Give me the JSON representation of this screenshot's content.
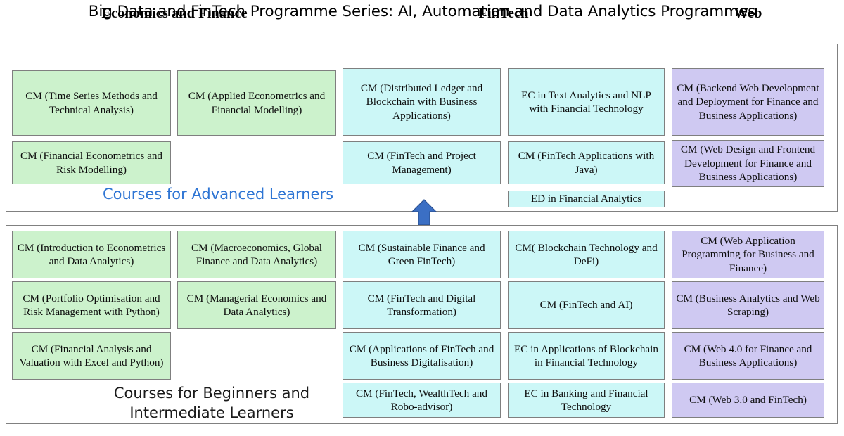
{
  "title": "Big Data and FinTech Programme Series: AI, Automation and Data Analytics Programmes",
  "colors": {
    "economics_finance": "#ccf2cc",
    "fintech": "#ccf7f7",
    "web": "#cfc9f2",
    "border": "#7f7f7f",
    "arrow": "#3b6fc4",
    "advanced_caption": "#2e75d4",
    "beginner_caption": "#1a1a1a"
  },
  "headers": [
    {
      "label": "Economics and Finance"
    },
    {
      "label": "FinTech"
    },
    {
      "label": "Web"
    }
  ],
  "arrow": {
    "name": "up-arrow",
    "direction": "up",
    "color": "#3b6fc4"
  },
  "sections": [
    {
      "id": "advanced",
      "caption": "Courses for Advanced Learners",
      "columns": [
        {
          "group": "Economics and Finance",
          "color": "green",
          "boxes": [
            {
              "label": "CM (Time Series Methods and Technical Analysis)"
            },
            {
              "label": "CM (Financial Econometrics and Risk Modelling)"
            }
          ]
        },
        {
          "group": "Economics and Finance",
          "color": "green",
          "boxes": [
            {
              "label": "CM (Applied Econometrics and Financial Modelling)"
            }
          ]
        },
        {
          "group": "FinTech",
          "color": "cyan",
          "boxes": [
            {
              "label": "CM (Distributed Ledger and Blockchain with Business Applications)"
            },
            {
              "label": "CM (FinTech and Project Management)"
            }
          ]
        },
        {
          "group": "FinTech",
          "color": "cyan",
          "boxes": [
            {
              "label": "EC in Text Analytics and NLP with Financial Technology"
            },
            {
              "label": "CM (FinTech Applications with Java)"
            },
            {
              "label": "ED in Financial Analytics"
            }
          ]
        },
        {
          "group": "Web",
          "color": "purple",
          "boxes": [
            {
              "label": "CM (Backend Web Development and Deployment for Finance and Business Applications)"
            },
            {
              "label": "CM (Web Design and Frontend Development for Finance and Business Applications)"
            }
          ]
        }
      ]
    },
    {
      "id": "beginner",
      "caption": "Courses for Beginners and\nIntermediate Learners",
      "columns": [
        {
          "group": "Economics and Finance",
          "color": "green",
          "boxes": [
            {
              "label": "CM (Introduction to Econometrics and Data Analytics)"
            },
            {
              "label": "CM (Portfolio Optimisation and Risk Management with Python)"
            },
            {
              "label": "CM (Financial Analysis and Valuation with Excel and Python)"
            }
          ]
        },
        {
          "group": "Economics and Finance",
          "color": "green",
          "boxes": [
            {
              "label": "CM (Macroeconomics, Global Finance and Data Analytics)"
            },
            {
              "label": "CM (Managerial Economics and Data Analytics)"
            }
          ]
        },
        {
          "group": "FinTech",
          "color": "cyan",
          "boxes": [
            {
              "label": "CM (Sustainable Finance and Green FinTech)"
            },
            {
              "label": "CM (FinTech and Digital Transformation)"
            },
            {
              "label": "CM (Applications of FinTech and Business Digitalisation)"
            },
            {
              "label": "CM (FinTech, WealthTech and Robo-advisor)"
            }
          ]
        },
        {
          "group": "FinTech",
          "color": "cyan",
          "boxes": [
            {
              "label": "CM( Blockchain Technology and DeFi)"
            },
            {
              "label": "CM (FinTech and AI)"
            },
            {
              "label": "EC in Applications of Blockchain in Financial Technology"
            },
            {
              "label": "EC in Banking and Financial Technology"
            }
          ]
        },
        {
          "group": "Web",
          "color": "purple",
          "boxes": [
            {
              "label": "CM (Web Application Programming for Business and Finance)"
            },
            {
              "label": "CM (Business Analytics and Web Scraping)"
            },
            {
              "label": "CM (Web 4.0 for Finance and Business Applications)"
            },
            {
              "label": "CM (Web 3.0 and FinTech)"
            }
          ]
        }
      ]
    }
  ]
}
